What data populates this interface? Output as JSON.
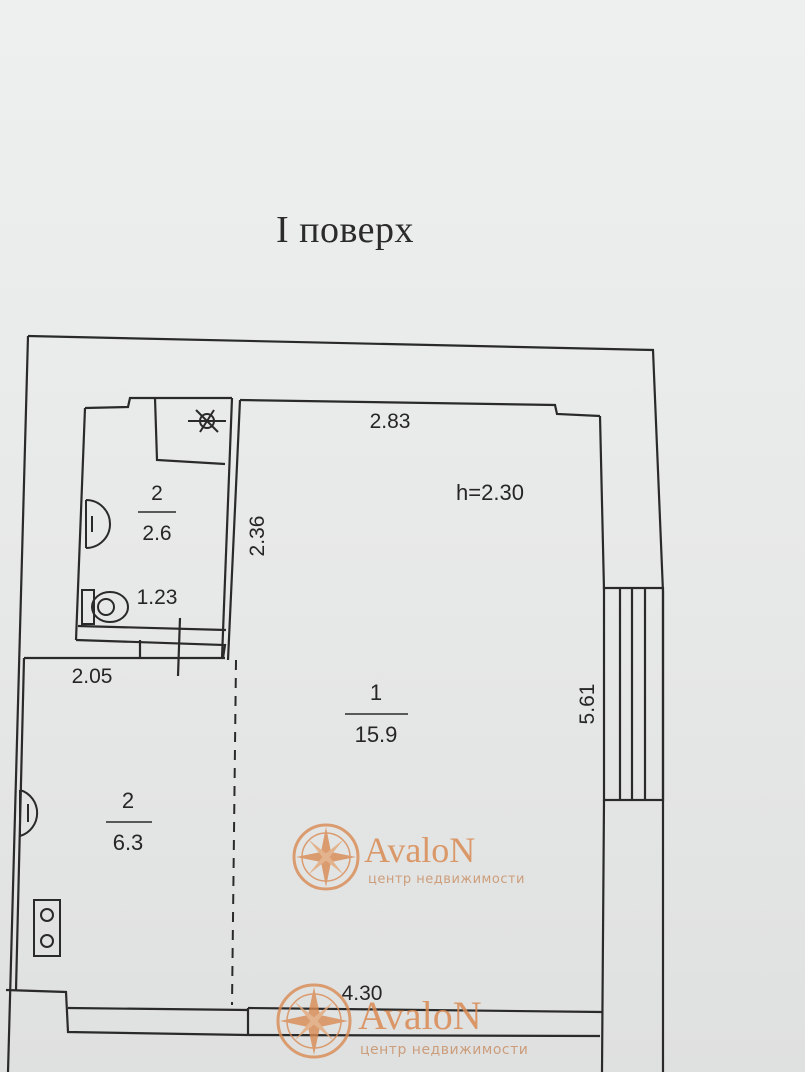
{
  "floor_title": "I поверх",
  "ceiling_height": "h=2.30",
  "rooms": [
    {
      "number": "2",
      "area": "2.6"
    },
    {
      "number": "1",
      "area": "15.9"
    },
    {
      "number": "2",
      "area": "6.3"
    }
  ],
  "dimensions": {
    "main_room_width_top": "2.83",
    "bathroom_height": "2.36",
    "toilet_width": "1.23",
    "hall_width": "2.05",
    "main_room_height": "5.61",
    "bottom_width": "4.30"
  },
  "watermark": {
    "brand": "AvaloN",
    "subtitle": "центр недвижимости"
  },
  "colors": {
    "line": "#2a2a2a",
    "watermark": "#d98a52",
    "paper": "#e9eaea"
  }
}
